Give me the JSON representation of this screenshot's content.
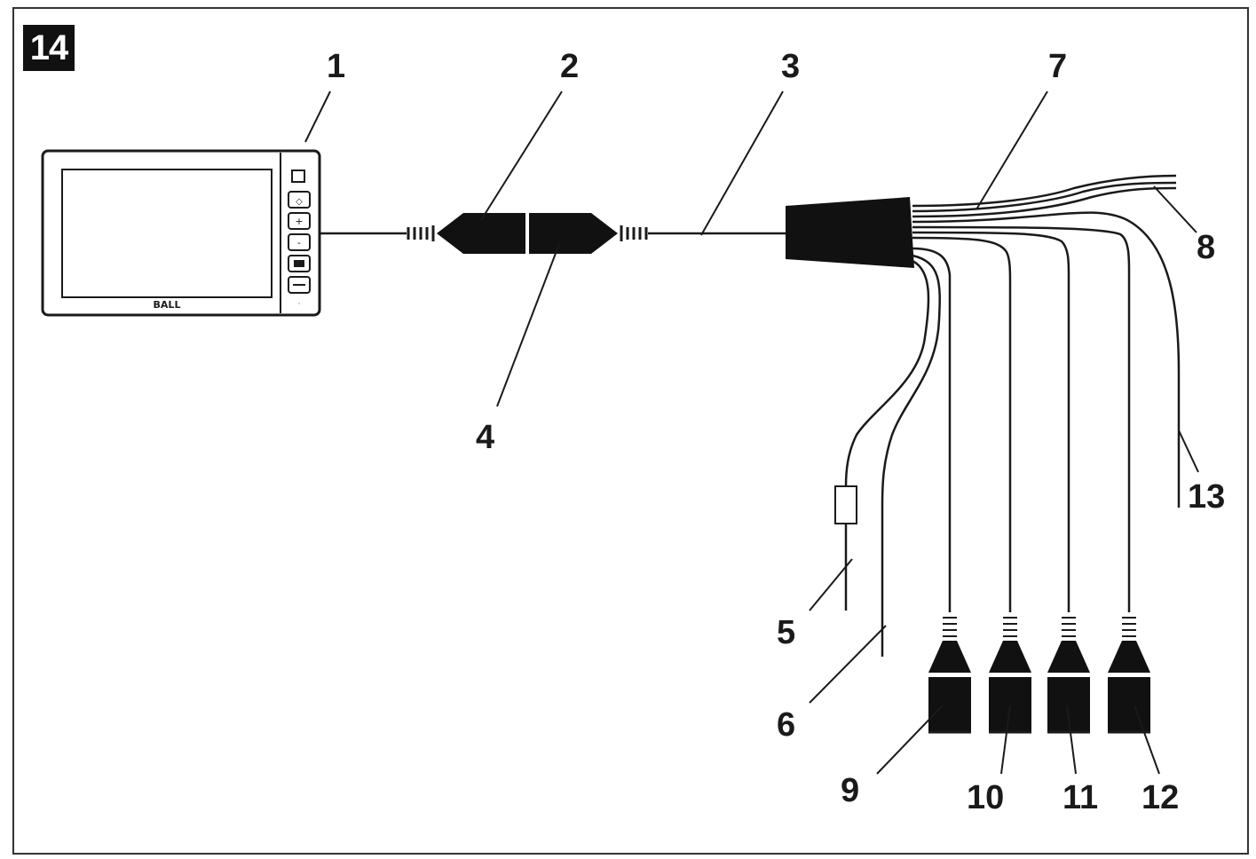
{
  "figure": {
    "number": "14",
    "callouts": [
      "1",
      "2",
      "3",
      "4",
      "5",
      "6",
      "7",
      "8",
      "9",
      "10",
      "11",
      "12",
      "13"
    ],
    "monitor_brand": "BALL"
  },
  "colors": {
    "line": "#1a1a1a",
    "fill_dark": "#111111",
    "background": "#ffffff"
  }
}
